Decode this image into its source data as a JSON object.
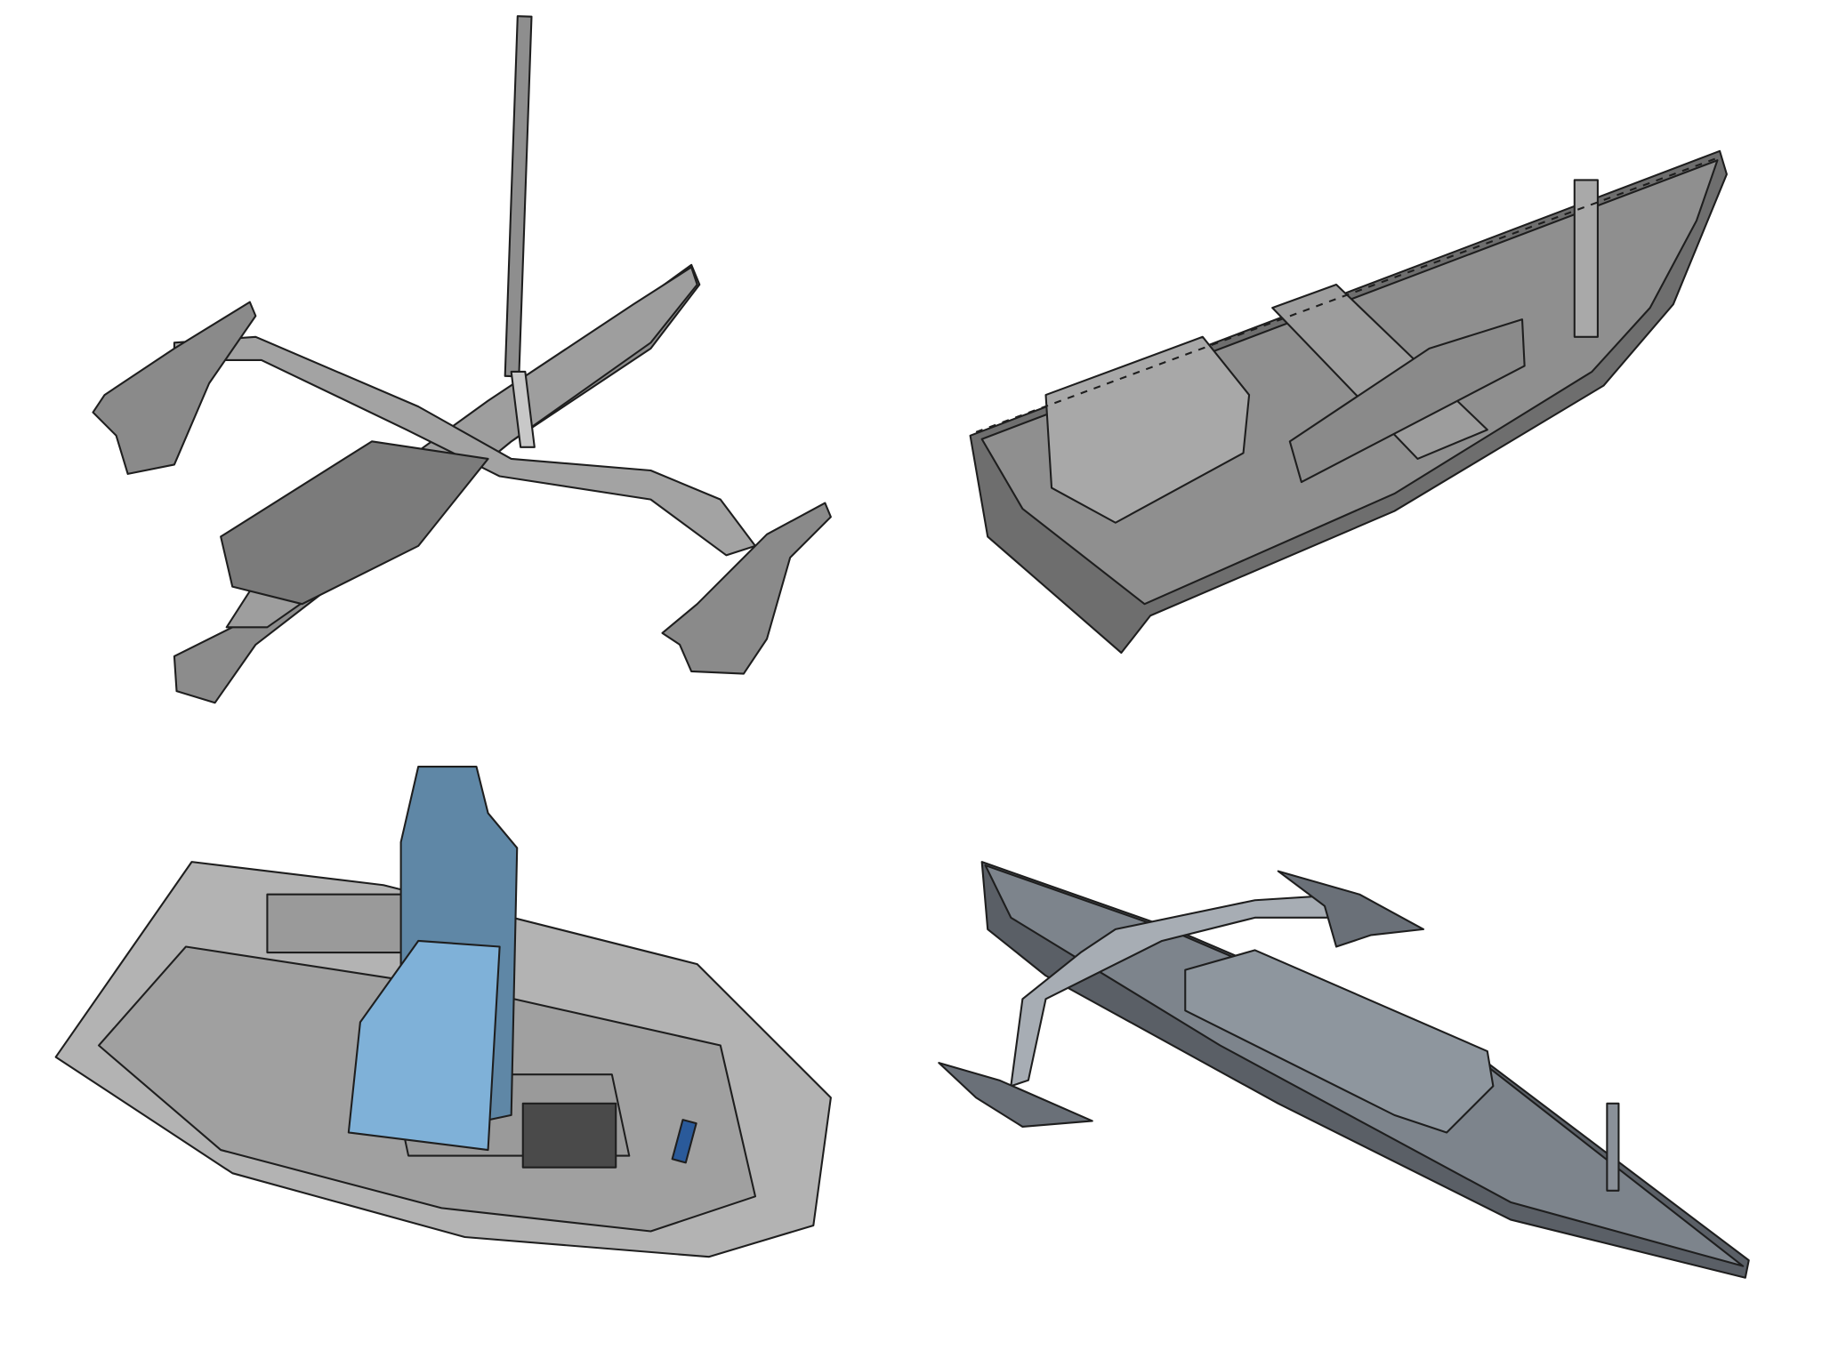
{
  "colors": {
    "background": "#ffffff",
    "hull_gray": "#8a8a8a",
    "hull_dark": "#5e5e5e",
    "hull_light": "#b5b5b5",
    "seat_blue": "#6d9bbd",
    "mast_blue": "#2a5a9a"
  },
  "renders": [
    {
      "id": "trimaran-with-mast"
    },
    {
      "id": "rowboat"
    },
    {
      "id": "framed-skiff-with-seat"
    },
    {
      "id": "outrigger-canoe"
    }
  ]
}
